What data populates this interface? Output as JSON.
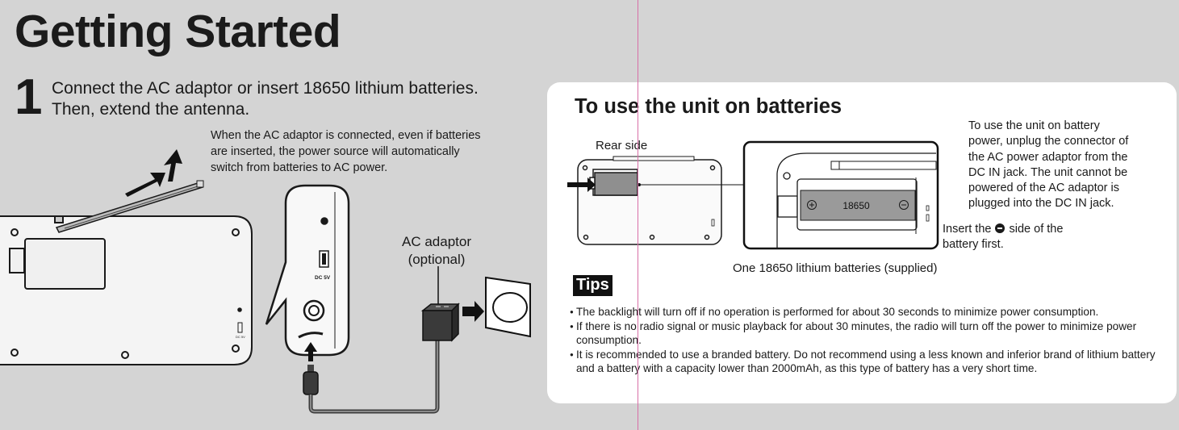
{
  "page": {
    "title": "Getting Started",
    "step_number": "1",
    "step_text_line1": "Connect the AC adaptor or insert 18650 lithium batteries.",
    "step_text_line2": "Then, extend the antenna.",
    "note_line1": "When the AC adaptor is connected, even if batteries",
    "note_line2": "are inserted, the power source will automatically",
    "note_line3": "switch from batteries to AC power.",
    "ac_label_line1": "AC adaptor",
    "ac_label_line2": "(optional)",
    "dc_label": "DC 5V",
    "dc_label_small": "DC 5V"
  },
  "battery_panel": {
    "title": "To use the unit on batteries",
    "rear_side_label": "Rear side",
    "battery_label": "18650",
    "side_text": [
      "To use the unit on battery",
      "power, unplug the connector of",
      "the AC power adaptor from the",
      "DC IN jack. The unit cannot be",
      "powered of the AC adaptor is",
      "plugged into the DC IN jack."
    ],
    "insert_text_before": "Insert the",
    "insert_text_after": "side of the",
    "insert_text_line2": "battery first.",
    "caption": "One 18650 lithium batteries (supplied)"
  },
  "tips": {
    "label": "Tips",
    "items": [
      "The backlight will turn off if no operation is performed for about 30 seconds to minimize power consumption.",
      "If there is no radio signal or music playback for about 30 minutes, the radio will turn off the power to minimize power consumption.",
      "It is recommended to use a branded battery. Do not recommend using a less known and inferior brand of lithium battery and a battery with a capacity lower than 2000mAh, as this type of battery has a very short time."
    ]
  }
}
